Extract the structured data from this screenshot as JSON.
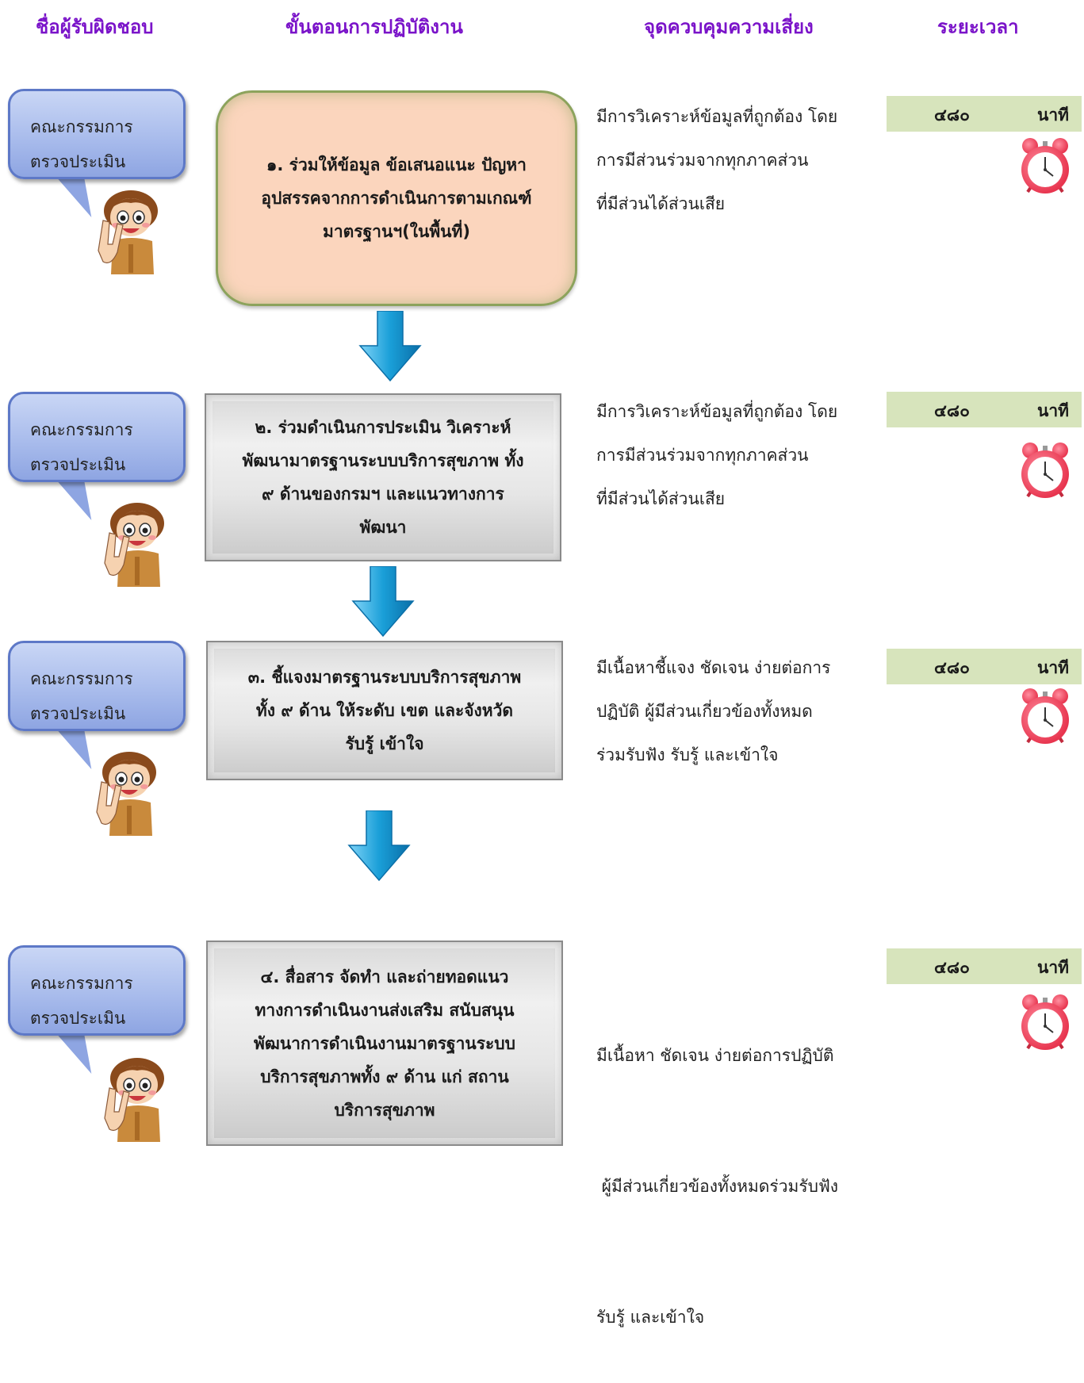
{
  "headers": {
    "responsible": "ชื่อผู้รับผิดชอบ",
    "steps": "ขั้นตอนการปฏิบัติงาน",
    "risk_control": "จุดควบคุมความเสี่ยง",
    "duration": "ระยะเวลา"
  },
  "rows": [
    {
      "responsible": [
        "คณะกรรมการ",
        "ตรวจประเมิน"
      ],
      "step": [
        "๑. ร่วมให้ข้อมูล ข้อเสนอแนะ ปัญหา",
        "อุปสรรคจากการดำเนินการตามเกณฑ์",
        "มาตรฐานฯ(ในพื้นที่)"
      ],
      "control": [
        "มีการวิเคราะห์ข้อมูลที่ถูกต้อง โดย",
        "การมีส่วนร่วมจากทุกภาคส่วน",
        "ที่มีส่วนได้ส่วนเสีย"
      ],
      "duration": "๔๘๐",
      "unit": "นาที"
    },
    {
      "responsible": [
        "คณะกรรมการ",
        "ตรวจประเมิน"
      ],
      "step": [
        "๒. ร่วมดำเนินการประเมิน วิเคราะห์",
        "พัฒนามาตรฐานระบบบริการสุขภาพ ทั้ง",
        "๙  ด้านของกรมฯ และแนวทางการ",
        "พัฒนา"
      ],
      "control": [
        "มีการวิเคราะห์ข้อมูลที่ถูกต้อง โดย",
        "การมีส่วนร่วมจากทุกภาคส่วน",
        "ที่มีส่วนได้ส่วนเสีย"
      ],
      "duration": "๔๘๐",
      "unit": "นาที"
    },
    {
      "responsible": [
        "คณะกรรมการ",
        "ตรวจประเมิน"
      ],
      "step": [
        "๓. ชี้แจงมาตรฐานระบบบริการสุขภาพ",
        "ทั้ง ๙ ด้าน ให้ระดับ เขต และจังหวัด",
        "รับรู้ เข้าใจ"
      ],
      "control": [
        "มีเนื้อหาชี้แจง ชัดเจน ง่ายต่อการ",
        "ปฏิบัติ ผู้มีส่วนเกี่ยวข้องทั้งหมด",
        "ร่วมรับฟัง รับรู้ และเข้าใจ"
      ],
      "duration": "๔๘๐",
      "unit": "นาที"
    },
    {
      "responsible": [
        "คณะกรรมการ",
        "ตรวจประเมิน"
      ],
      "step": [
        "๔. สื่อสาร จัดทำ และถ่ายทอดแนว",
        "ทางการดำเนินงานส่งเสริม สนับสนุน",
        "พัฒนาการดำเนินงานมาตรฐานระบบ",
        "บริการสุขภาพทั้ง ๙ ด้าน แก่ สถาน",
        "บริการสุขภาพ"
      ],
      "control": [
        "มีเนื้อหา ชัดเจน ง่ายต่อการปฏิบัติ",
        " ผู้มีส่วนเกี่ยวข้องทั้งหมดร่วมรับฟัง",
        "รับรู้ และเข้าใจ"
      ],
      "duration": "๔๘๐",
      "unit": "นาที"
    }
  ],
  "icons": {
    "arrow": "down-arrow-icon",
    "clock": "alarm-clock-icon",
    "person": "cartoon-girl-icon"
  },
  "colors": {
    "header": "#7a13c9",
    "duration_band": "#d7e4bc",
    "step1_fill": "#fbd5bd",
    "bubble_fill": "#a9bcec",
    "arrow": "#1a9fd8"
  }
}
